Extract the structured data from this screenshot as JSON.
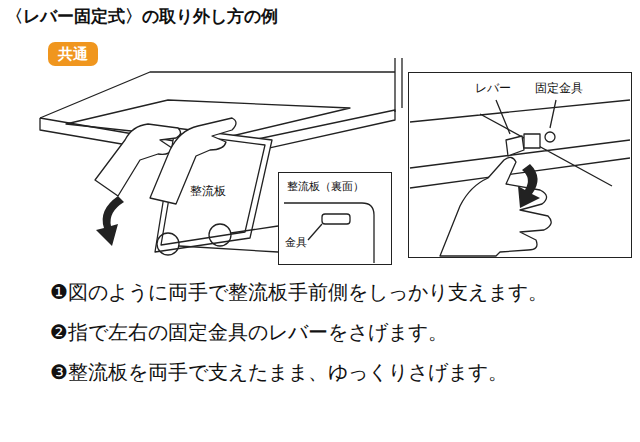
{
  "diagram": {
    "title": "〈レバー固定式〉の取り外し方の例",
    "nodes": [
      {
        "text": [
          "共通"
        ]
      },
      {
        "text": [
          "整流板（裏面）",
          "金具"
        ]
      },
      {
        "text": [
          "レバー",
          "固定金具"
        ]
      }
    ],
    "labels": [
      "整流板",
      "❶図のように両手で整流板手前側をしっかり支えます。",
      "❷指で左右の固定金具のレバーをさげます。",
      "❸整流板を両手で支えたまま、ゆっくりさげます。"
    ]
  }
}
